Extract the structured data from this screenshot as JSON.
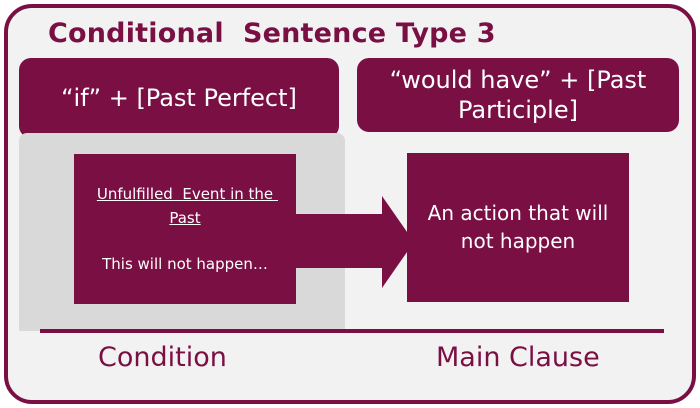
{
  "title": "Conditional  Sentence Type 3",
  "headers": {
    "left": "“if” + [Past Perfect]",
    "right": "“would have” + [Past Participle]"
  },
  "condition_box": {
    "heading": "Unfulfilled  Event in the Past",
    "note": "This will not  happen…"
  },
  "result_box": {
    "text": "An action that will not happen"
  },
  "labels": {
    "left": "Condition",
    "right": "Main Clause"
  },
  "colors": {
    "accent": "#7a0f44",
    "panel": "#d9d9d9",
    "background": "#f2f2f2"
  }
}
